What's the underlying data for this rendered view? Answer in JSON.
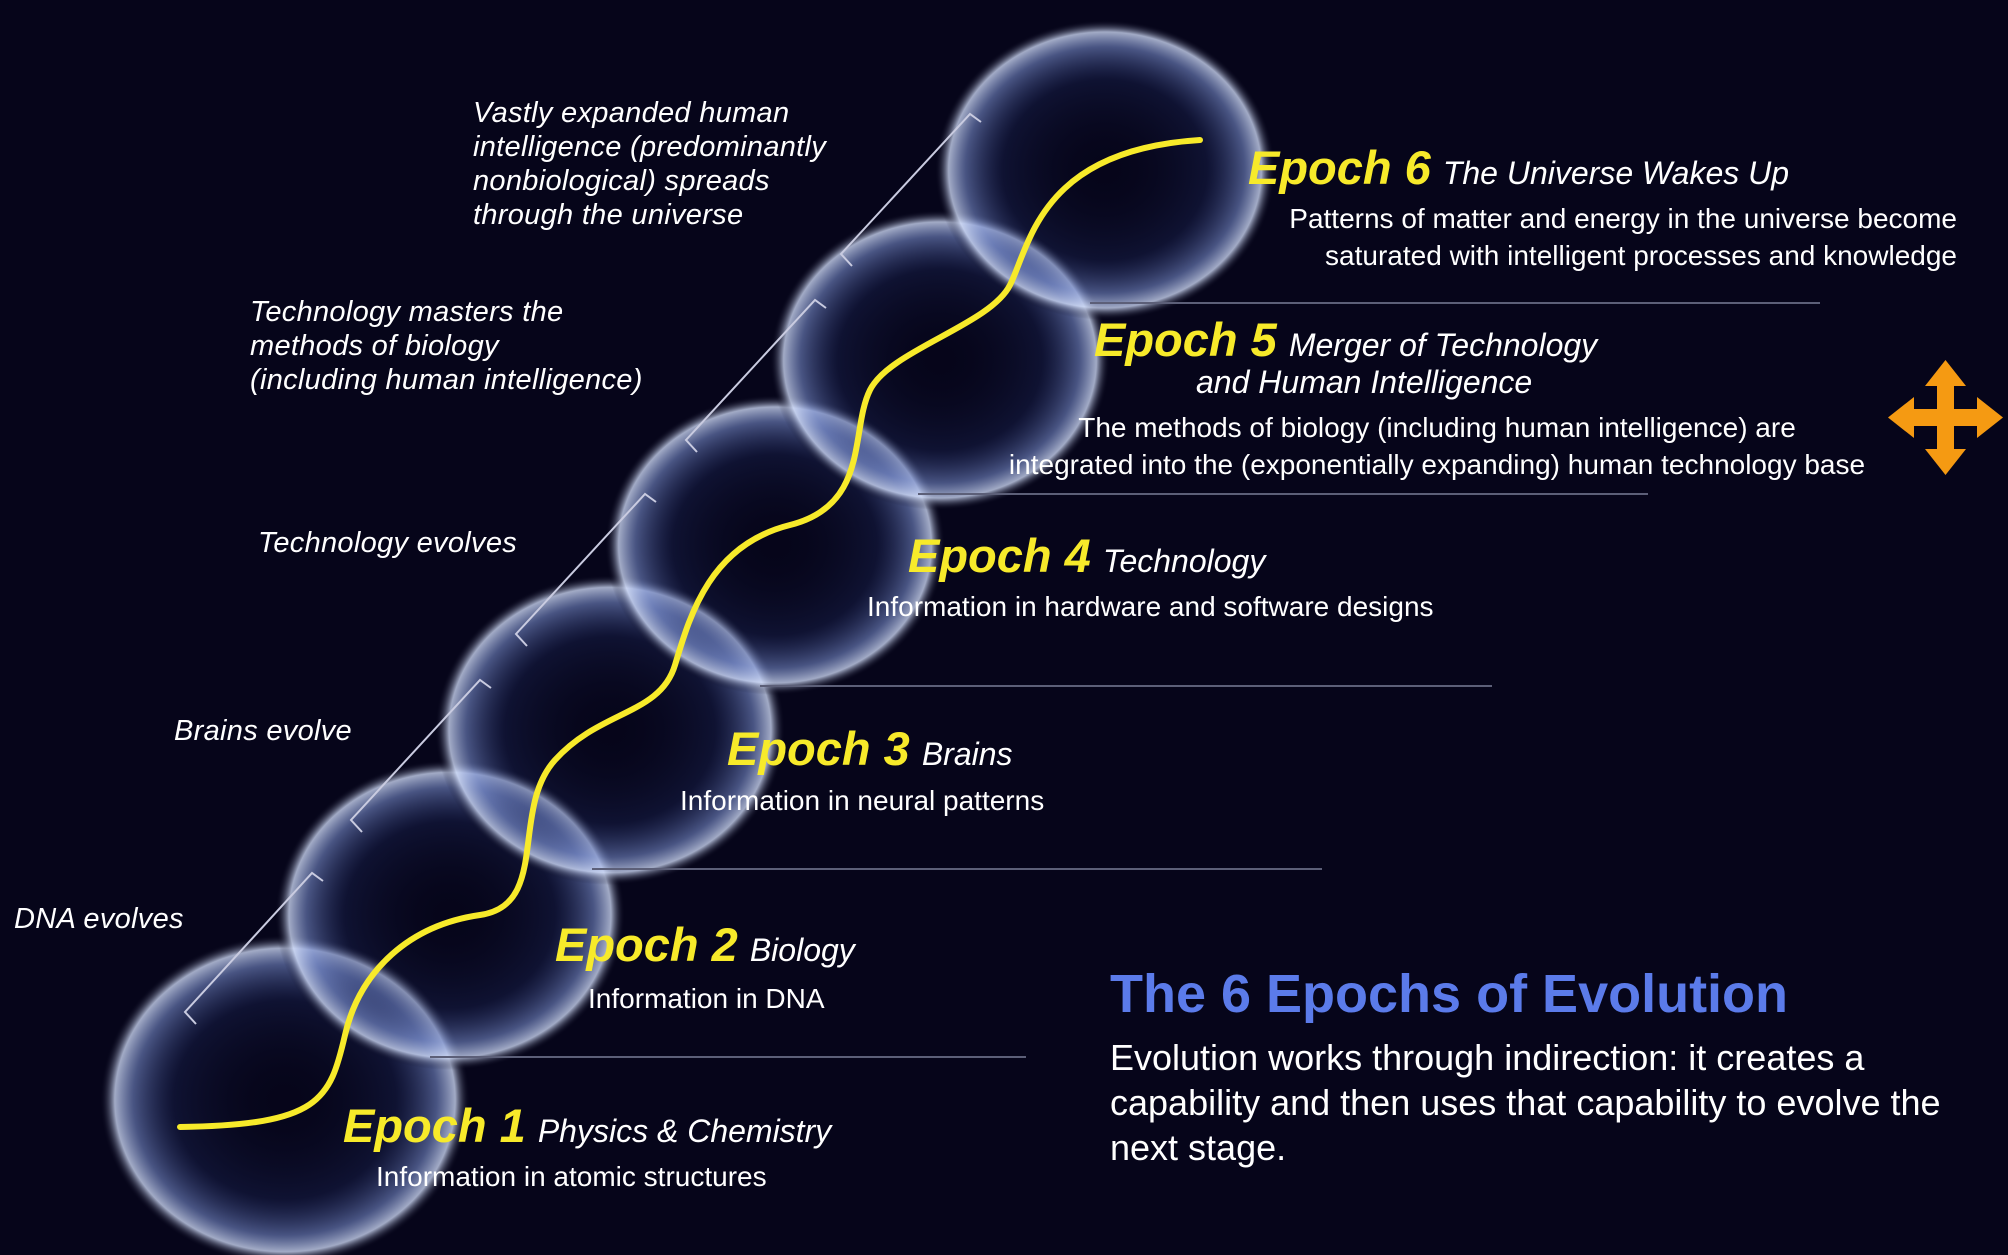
{
  "diagram": {
    "title": "The 6 Epochs of Evolution",
    "subtitle": "Evolution works through indirection: it creates a capability and then uses that capability to evolve the next stage.",
    "epochs": [
      {
        "number": "Epoch 1",
        "name": "Physics & Chemistry",
        "description": [
          "Information in atomic structures"
        ]
      },
      {
        "number": "Epoch 2",
        "name": "Biology",
        "description": [
          "Information in DNA"
        ]
      },
      {
        "number": "Epoch 3",
        "name": "Brains",
        "description": [
          "Information in neural patterns"
        ]
      },
      {
        "number": "Epoch 4",
        "name": "Technology",
        "description": [
          "Information in hardware and software designs"
        ]
      },
      {
        "number": "Epoch 5",
        "name": [
          "Merger of Technology",
          "and Human Intelligence"
        ],
        "description": [
          "The methods of biology (including human intelligence) are",
          "integrated into the (exponentially expanding) human technology base"
        ]
      },
      {
        "number": "Epoch 6",
        "name": "The Universe Wakes Up",
        "description": [
          "Patterns of matter and energy in the universe become",
          "saturated with intelligent processes and knowledge"
        ]
      }
    ],
    "transitions": [
      [
        "DNA evolves"
      ],
      [
        "Brains evolve"
      ],
      [
        "Technology evolves"
      ],
      [
        "Technology masters the",
        "methods of biology",
        "(including human intelligence)"
      ],
      [
        "Vastly expanded human",
        "intelligence (predominantly",
        "nonbiological) spreads",
        "through the universe"
      ]
    ]
  },
  "icons": {
    "move": "move-arrows-icon"
  },
  "colors": {
    "background": "#06051a",
    "epoch_label": "#f7ea2a",
    "curve": "#f7ea2a",
    "title": "#5b7bea",
    "icon": "#f59a12",
    "sphere": "#c8d6ff"
  }
}
